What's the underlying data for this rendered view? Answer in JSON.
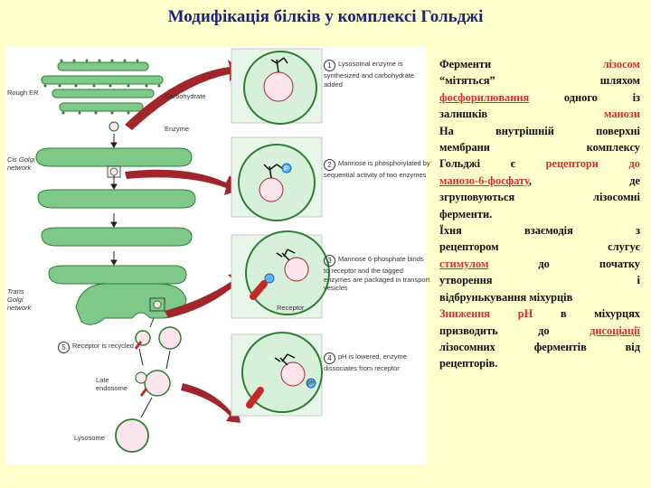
{
  "title": "Модифікація білків у комплексі Гольджі",
  "figure": {
    "labels": {
      "rough_er": "Rough ER",
      "carbohydrate": "Carbohydrate",
      "enzyme": "Enzyme",
      "cis_golgi": "Cis Golgi network",
      "trans_golgi": "Trans Golgi network",
      "receptor": "Receptor",
      "late_endosome": "Late endosome",
      "lysosome": "Lysosome",
      "p_mark": "P",
      "ph_mark": "pH"
    },
    "steps": [
      {
        "num": "1",
        "text": "Lysosomal enzyme is synthesized and carbohydrate added"
      },
      {
        "num": "2",
        "text": "Mannose is phosphorylated by sequential activity of two enzymes"
      },
      {
        "num": "3",
        "text": "Mannose 6-phosphate binds to receptor and the tagged enzymes are packaged in transport vesicles"
      },
      {
        "num": "4",
        "text": "pH is lowered, enzyme dissociates from receptor"
      },
      {
        "num": "5",
        "text": "Receptor is recycled"
      }
    ]
  },
  "text_lines": [
    [
      {
        "t": "Ферменти "
      },
      {
        "t": "лізосом",
        "c": "red"
      }
    ],
    [
      {
        "t": "“мітяться”  шляхом"
      }
    ],
    [
      {
        "t": "фосфорилювання",
        "c": "red u"
      },
      {
        "t": " одного із"
      }
    ],
    [
      {
        "t": "залишків "
      },
      {
        "t": "манози",
        "c": "red"
      }
    ],
    [
      {
        "t": "На  внутрішній  поверхні"
      }
    ],
    [
      {
        "t": "мембрани     комплексу"
      }
    ],
    [
      {
        "t": "Гольджі є "
      },
      {
        "t": "рецептори до",
        "c": "red"
      }
    ],
    [
      {
        "t": "манозо-6-фосфату",
        "c": "red u"
      },
      {
        "t": ",    де"
      }
    ],
    [
      {
        "t": "згруповуються  лізосомні"
      }
    ],
    [
      {
        "t": "ферменти."
      }
    ],
    [
      {
        "t": "Їхня   взаємодія   з"
      }
    ],
    [
      {
        "t": "рецептором      слугує"
      }
    ],
    [
      {
        "t": "стимулом",
        "c": "red u"
      },
      {
        "t": "  до  початку"
      }
    ],
    [
      {
        "t": "утворення             і"
      }
    ],
    [
      {
        "t": "відбрунькування міхурців"
      }
    ],
    [
      {
        "t": "Зниження рН",
        "c": "red"
      },
      {
        "t": " в міхурцях"
      }
    ],
    [
      {
        "t": "призводить до "
      },
      {
        "t": "дисоціації",
        "c": "red u"
      }
    ],
    [
      {
        "t": "лізосомних ферментів від"
      }
    ],
    [
      {
        "t": "рецепторів."
      }
    ]
  ]
}
